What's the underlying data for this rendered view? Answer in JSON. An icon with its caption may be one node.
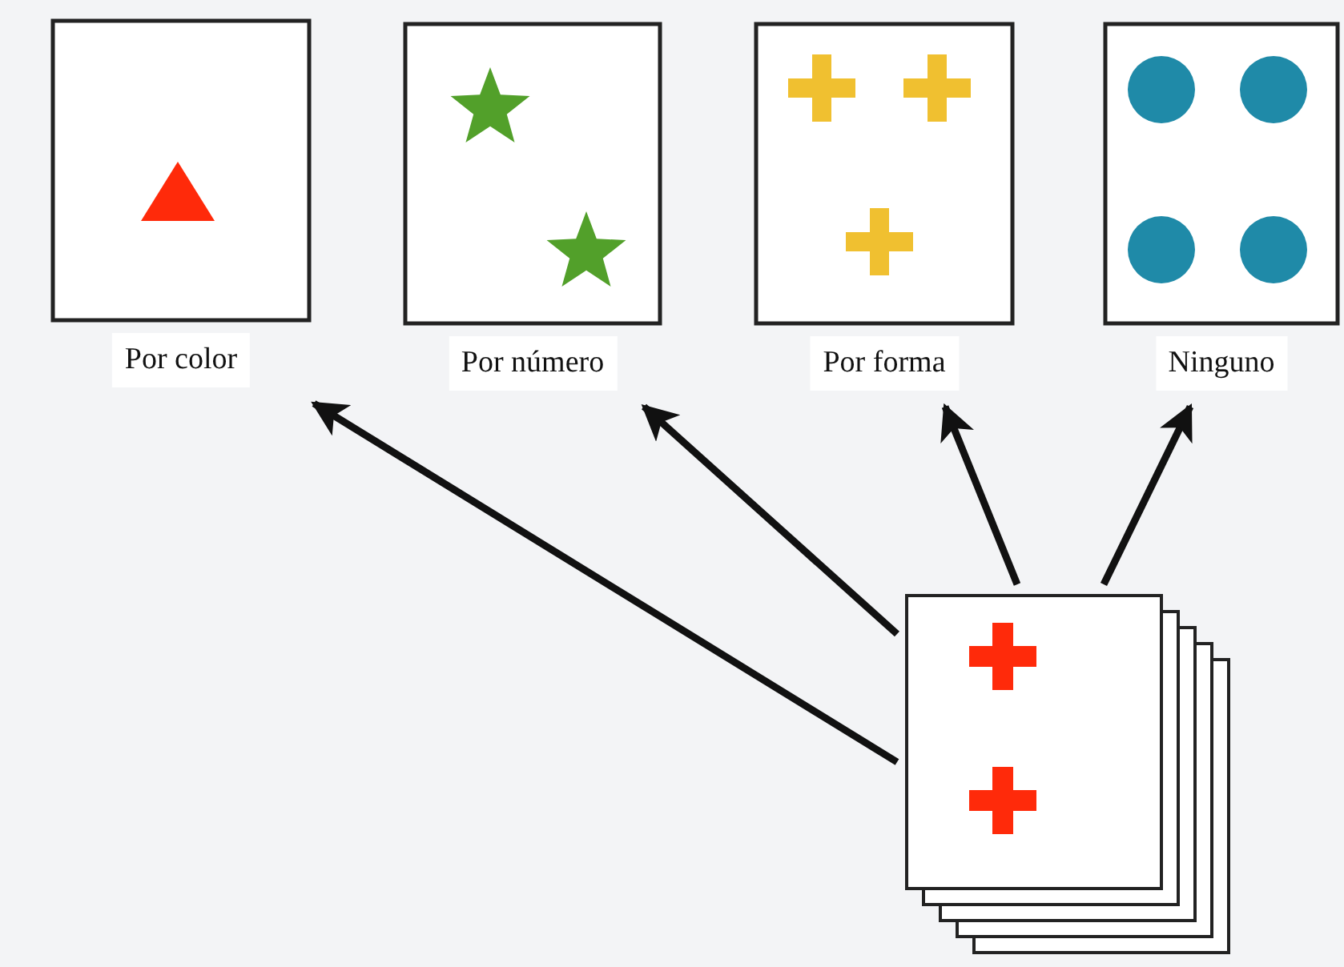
{
  "diagram": {
    "nodes": [
      {
        "text": [
          "Por color"
        ]
      },
      {
        "text": [
          "Por número"
        ]
      },
      {
        "text": [
          "Por forma"
        ]
      },
      {
        "text": [
          "Ninguno"
        ]
      },
      {
        "text": [],
        "shape": "picture"
      }
    ],
    "edges": [
      {
        "from": 4,
        "to": 0,
        "arrow": "to"
      },
      {
        "from": 4,
        "to": 1,
        "arrow": "to"
      },
      {
        "from": 4,
        "to": 2,
        "arrow": "to"
      },
      {
        "from": 4,
        "to": 3,
        "arrow": "to"
      }
    ]
  }
}
